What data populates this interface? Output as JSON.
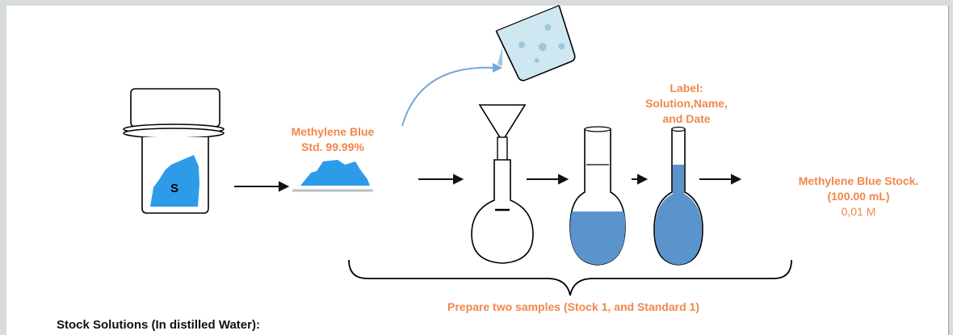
{
  "labels": {
    "methylene_blue_std_line1": "Methylene Blue",
    "methylene_blue_std_line2": "Std. 99.99%",
    "jar_letter": "S",
    "label_instruction_line1": "Label:",
    "label_instruction_line2": "Solution,Name,",
    "label_instruction_line3": "and Date",
    "stock_line1": "Methylene Blue Stock.",
    "stock_line2": "(100.00 mL)",
    "stock_line3": "0,01 M",
    "brace_caption": "Prepare two samples (Stock 1, and Standard 1)",
    "footer_heading": "Stock Solutions (In distilled Water):"
  },
  "colors": {
    "accent_text": "#f0874a",
    "solution_blue": "#5b93cc",
    "powder_blue": "#2e9be8",
    "arc_arrow": "#6fa8dc"
  }
}
